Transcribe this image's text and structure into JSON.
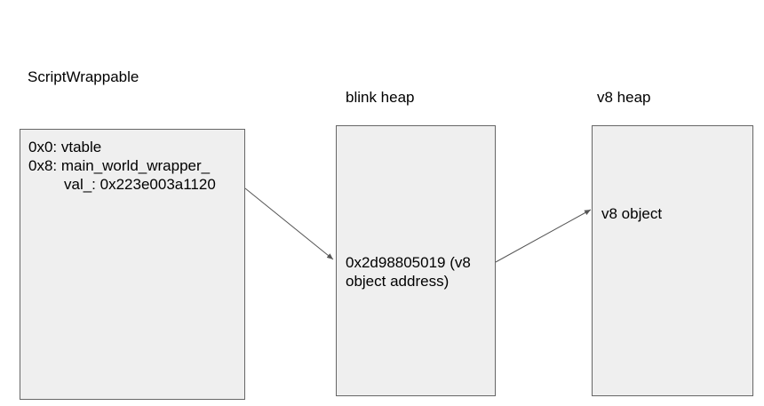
{
  "labels": {
    "script_wrappable": "ScriptWrappable",
    "blink_heap": "blink heap",
    "v8_heap": "v8 heap"
  },
  "script_wrappable_box": {
    "line1": "0x0: vtable",
    "line2": "0x8: main_world_wrapper_",
    "line3": "val_: 0x223e003a1120"
  },
  "blink_heap_box": {
    "line1": "0x2d98805019 (v8",
    "line2": "object address)"
  },
  "v8_heap_box": {
    "line1": "v8 object"
  },
  "colors": {
    "box_fill": "#efefef",
    "box_border": "#666666",
    "arrow": "#555555"
  }
}
